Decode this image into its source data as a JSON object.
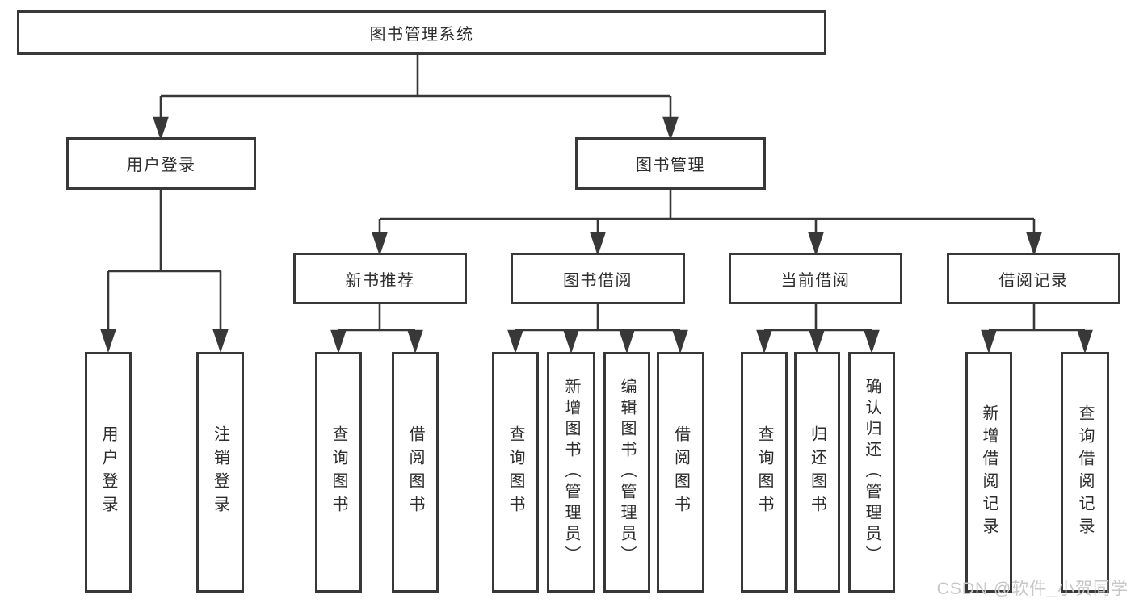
{
  "colors": {
    "line": "#383838",
    "text": "#2d2d2d",
    "watermark": "#c7c7c7",
    "background": "#ffffff"
  },
  "watermark": {
    "text": "CSDN @软件_小贺同学"
  },
  "tree": {
    "label": "图书管理系统",
    "children": [
      {
        "label": "用户登录",
        "children": [
          {
            "label": "用户登录"
          },
          {
            "label": "注销登录"
          }
        ]
      },
      {
        "label": "图书管理",
        "children": [
          {
            "label": "新书推荐",
            "children": [
              {
                "label": "查询图书"
              },
              {
                "label": "借阅图书"
              }
            ]
          },
          {
            "label": "图书借阅",
            "children": [
              {
                "label": "查询图书"
              },
              {
                "label": "新增图书（管理员）"
              },
              {
                "label": "编辑图书（管理员）"
              },
              {
                "label": "借阅图书"
              }
            ]
          },
          {
            "label": "当前借阅",
            "children": [
              {
                "label": "查询图书"
              },
              {
                "label": "归还图书"
              },
              {
                "label": "确认归还（管理员）"
              }
            ]
          },
          {
            "label": "借阅记录",
            "children": [
              {
                "label": "新增借阅记录"
              },
              {
                "label": "查询借阅记录"
              }
            ]
          }
        ]
      }
    ]
  }
}
